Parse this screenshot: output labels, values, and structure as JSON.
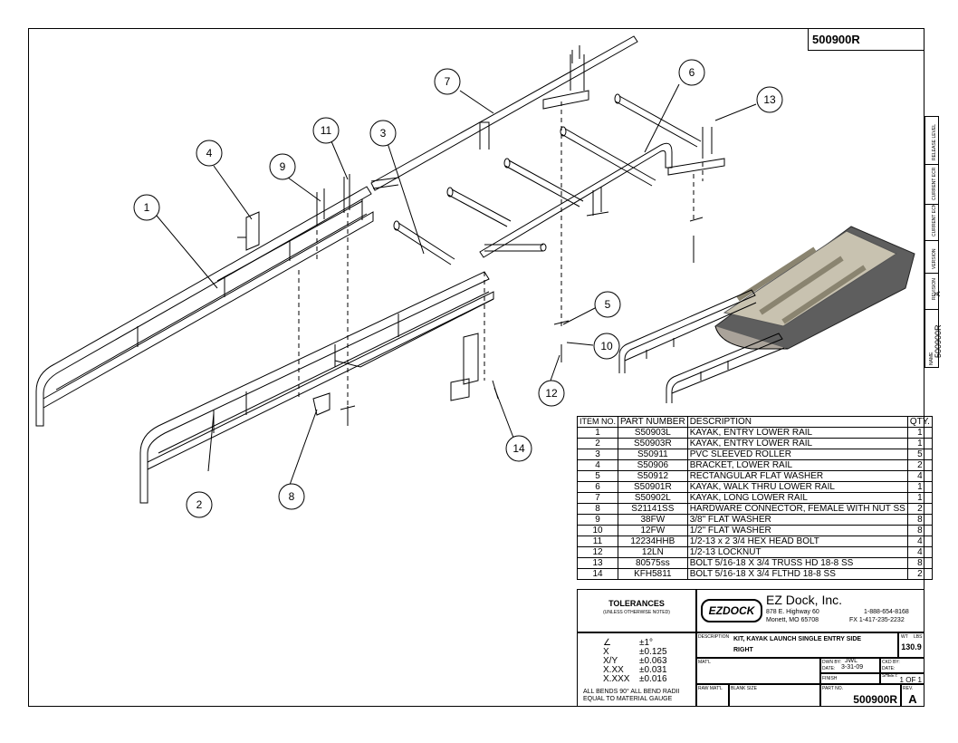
{
  "drawing_number_top": "500900R",
  "side_strip": {
    "release_level": "RELEASE LEVEL",
    "current_ecr": "CURRENT ECR",
    "current_ecn": "CURRENT ECN",
    "version": "VERSION",
    "revision_label": "REVISION",
    "revision_value": "A",
    "name_label": "NAME",
    "name_value": "500900R"
  },
  "callouts": [
    "1",
    "2",
    "3",
    "4",
    "5",
    "6",
    "7",
    "8",
    "9",
    "10",
    "11",
    "12",
    "13",
    "14"
  ],
  "bom": {
    "headers": [
      "ITEM NO.",
      "PART NUMBER",
      "DESCRIPTION",
      "QTY."
    ],
    "rows": [
      {
        "item": "1",
        "part": "S50903L",
        "desc": "KAYAK, ENTRY LOWER RAIL",
        "qty": "1"
      },
      {
        "item": "2",
        "part": "S50903R",
        "desc": "KAYAK, ENTRY LOWER RAIL",
        "qty": "1"
      },
      {
        "item": "3",
        "part": "S50911",
        "desc": "PVC SLEEVED ROLLER",
        "qty": "5"
      },
      {
        "item": "4",
        "part": "S50906",
        "desc": "BRACKET, LOWER RAIL",
        "qty": "2"
      },
      {
        "item": "5",
        "part": "S50912",
        "desc": "RECTANGULAR FLAT WASHER",
        "qty": "4"
      },
      {
        "item": "6",
        "part": "S50901R",
        "desc": "KAYAK, WALK THRU LOWER RAIL",
        "qty": "1"
      },
      {
        "item": "7",
        "part": "S50902L",
        "desc": "KAYAK, LONG LOWER RAIL",
        "qty": "1"
      },
      {
        "item": "8",
        "part": "S21141SS",
        "desc": "HARDWARE CONNECTOR, FEMALE WITH NUT SS",
        "qty": "2"
      },
      {
        "item": "9",
        "part": "38FW",
        "desc": "3/8\" FLAT WASHER",
        "qty": "8"
      },
      {
        "item": "10",
        "part": "12FW",
        "desc": "1/2\" FLAT WASHER",
        "qty": "8"
      },
      {
        "item": "11",
        "part": "12234HHB",
        "desc": "1/2-13 x 2 3/4 HEX HEAD BOLT",
        "qty": "4"
      },
      {
        "item": "12",
        "part": "12LN",
        "desc": "1/2-13 LOCKNUT",
        "qty": "4"
      },
      {
        "item": "13",
        "part": "80575ss",
        "desc": "BOLT 5/16-18 X 3/4 TRUSS HD 18-8 SS",
        "qty": "8"
      },
      {
        "item": "14",
        "part": "KFH5811",
        "desc": "BOLT 5/16-18 X 3/4 FLTHD 18-8 SS",
        "qty": "2"
      }
    ]
  },
  "tolerances": {
    "title": "TOLERANCES",
    "subtitle": "(UNLESS OTHERWISE NOTED)",
    "rows": [
      {
        "sym": "∠",
        "val": "±1°"
      },
      {
        "sym": "X",
        "val": "±0.125"
      },
      {
        "sym": "X/Y",
        "val": "±0.063"
      },
      {
        "sym": "X.XX",
        "val": "±0.031"
      },
      {
        "sym": "X.XXX",
        "val": "±0.016"
      }
    ],
    "note1": "ALL BENDS 90°   ALL BEND RADII",
    "note2": "EQUAL TO MATERIAL GAUGE"
  },
  "company": {
    "logo": "EZDOCK",
    "name": "EZ Dock, Inc.",
    "address1": "878 E. Highway 60",
    "address2": "Monett, MO 65708",
    "phone": "1-888-654-8168",
    "fax": "FX  1-417-235-2232"
  },
  "title_block": {
    "description_label": "DESCRIPTION",
    "description_line1": "KIT, KAYAK LAUNCH SINGLE ENTRY SIDE",
    "description_line2": "RIGHT",
    "wt_label": "WT",
    "lbs_label": "LBS",
    "weight": "130.9",
    "matl_label": "MAT'L",
    "dwn_label": "DWN BY:",
    "dwn_value": "JWL",
    "date_label": "DATE:",
    "date_value": "3-31-09",
    "cad_label": "CKD BY:",
    "cad_date_label": "DATE:",
    "finish_label": "FINISH",
    "sheet_label": "SHEET:",
    "sheet_value": "1 OF 1",
    "raw_matl_label": "RAW MAT'L",
    "blank_size_label": "BLANK SIZE",
    "part_no_label": "PART NO.",
    "part_no": "500900R",
    "rev_label": "REV.",
    "rev": "A"
  }
}
